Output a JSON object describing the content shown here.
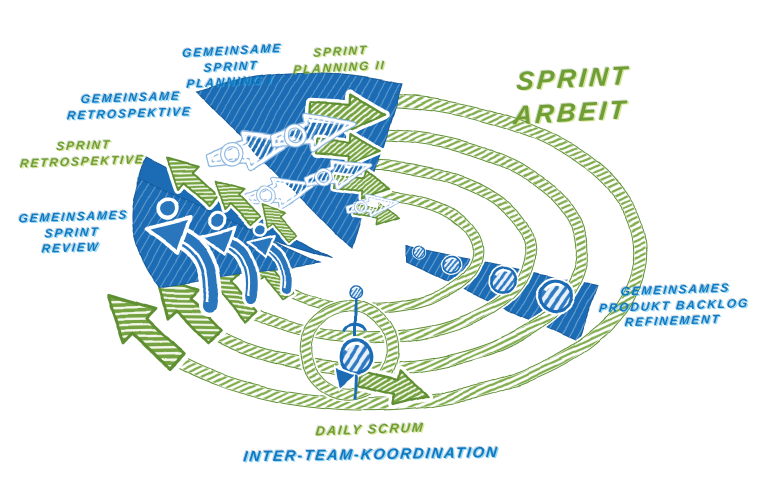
{
  "colors": {
    "background": "#ffffff",
    "ring_green": "#79a648",
    "ring_edge_green": "#5f8f33",
    "arrow_green": "#76a342",
    "wedge_blue": "#1a6cb5",
    "sketch_blue": "#2a76bd",
    "label_blue": "#1079c2",
    "label_green": "#6f9d36"
  },
  "labels": {
    "joint_sprint_planning": {
      "line1": "GEMEINSAME",
      "line2": "SPRINT",
      "line3": "PLANNING I"
    },
    "sprint_planning_2": {
      "line1": "SPRINT",
      "line2": "PLANNING II"
    },
    "joint_retrospective": {
      "line1": "GEMEINSAME",
      "line2": "RETROSPEKTIVE"
    },
    "sprint_retrospective": {
      "line1": "SPRINT",
      "line2": "RETROSPEKTIVE"
    },
    "joint_sprint_review": {
      "line1": "GEMEINSAMES",
      "line2": "SPRINT",
      "line3": "REVIEW"
    },
    "sprint_work": {
      "line1": "SPRINT",
      "line2": "ARBEIT"
    },
    "joint_product_backlog_refinement": {
      "line1": "GEMEINSAMES",
      "line2": "PRODUKT BACKLOG",
      "line3": "REFINEMENT"
    },
    "daily_scrum": {
      "text": "DAILY SCRUM"
    },
    "inter_team_coordination": {
      "text": "INTER-TEAM-KOORDINATION"
    }
  },
  "diagram": {
    "type": "cycle-diagram",
    "rings": 4,
    "flow_direction": "clockwise",
    "team_rocket_arrows": 5,
    "review_uturn_arrows": 3,
    "retrospective_arrows": 3,
    "planning_arrows": 4,
    "refinement_spheres": 4
  },
  "icons": {
    "team-rocket-icon": "white sketched arrow-rocket with circle on blue wedge",
    "review-uturn-arrow-icon": "blue curved u-turn arrow with dot",
    "retro-arrow-icon": "green arrow pointing up-left",
    "ring-arrow-icon": "green arrow along sprint ring",
    "refinement-sphere-icon": "blue sketched sphere",
    "coordination-figure-icon": "blue sphere with antenna and flag stand"
  }
}
